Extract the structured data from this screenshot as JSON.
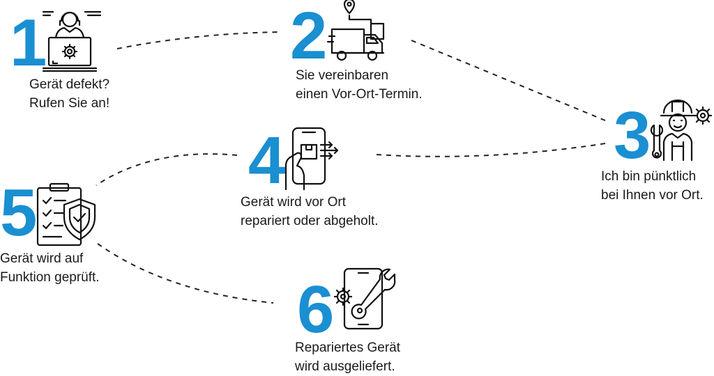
{
  "colors": {
    "accent": "#1a8fd1",
    "text": "#1a1a1a",
    "line": "#222222"
  },
  "steps": [
    {
      "number": "1",
      "line1": "Gerät defekt?",
      "line2": "Rufen Sie an!",
      "icon": "call-center-agent-icon"
    },
    {
      "number": "2",
      "line1": "Sie vereinbaren",
      "line2": "einen Vor-Ort-Termin.",
      "icon": "delivery-truck-icon"
    },
    {
      "number": "3",
      "line1": "Ich bin pünktlich",
      "line2": "bei Ihnen vor Ort.",
      "icon": "technician-icon"
    },
    {
      "number": "4",
      "line1": "Gerät wird vor Ort",
      "line2": "repariert oder abgeholt.",
      "icon": "smartphone-parcel-icon"
    },
    {
      "number": "5",
      "line1": "Gerät wird auf",
      "line2": "Funktion geprüft.",
      "icon": "checklist-shield-icon"
    },
    {
      "number": "6",
      "line1": "Repariertes Gerät",
      "line2": "wird ausgeliefert.",
      "icon": "phone-repair-icon"
    }
  ]
}
